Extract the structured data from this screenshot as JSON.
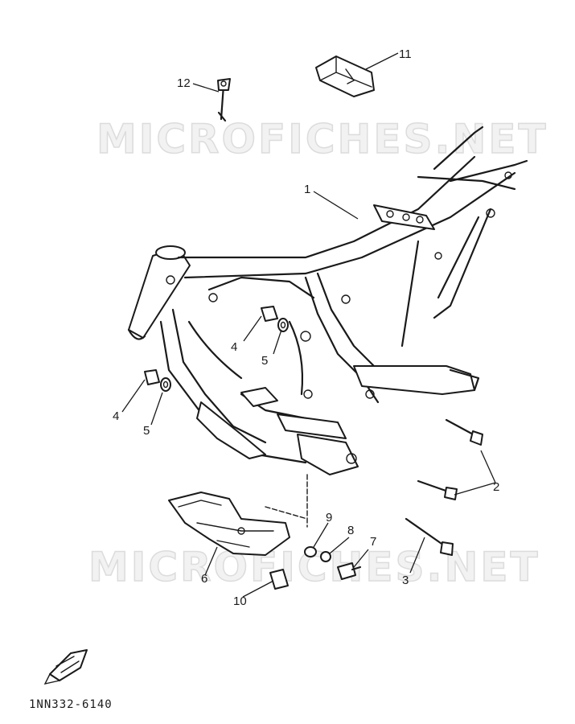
{
  "watermark": {
    "text": "MICROFICHES.NET"
  },
  "diagram_code": "1NN332-6140",
  "callouts": {
    "c1": "1",
    "c2": "2",
    "c3": "3",
    "c4a": "4",
    "c4b": "4",
    "c5a": "5",
    "c5b": "5",
    "c6": "6",
    "c7": "7",
    "c8": "8",
    "c9": "9",
    "c10": "10",
    "c11": "11",
    "c12": "12"
  },
  "colors": {
    "line": "#1a1a1a",
    "background": "#ffffff",
    "watermark_fill": "#f2f2f2",
    "watermark_stroke": "#dcdcdc"
  },
  "icons": {
    "front_indicator": "front-arrow-icon"
  }
}
